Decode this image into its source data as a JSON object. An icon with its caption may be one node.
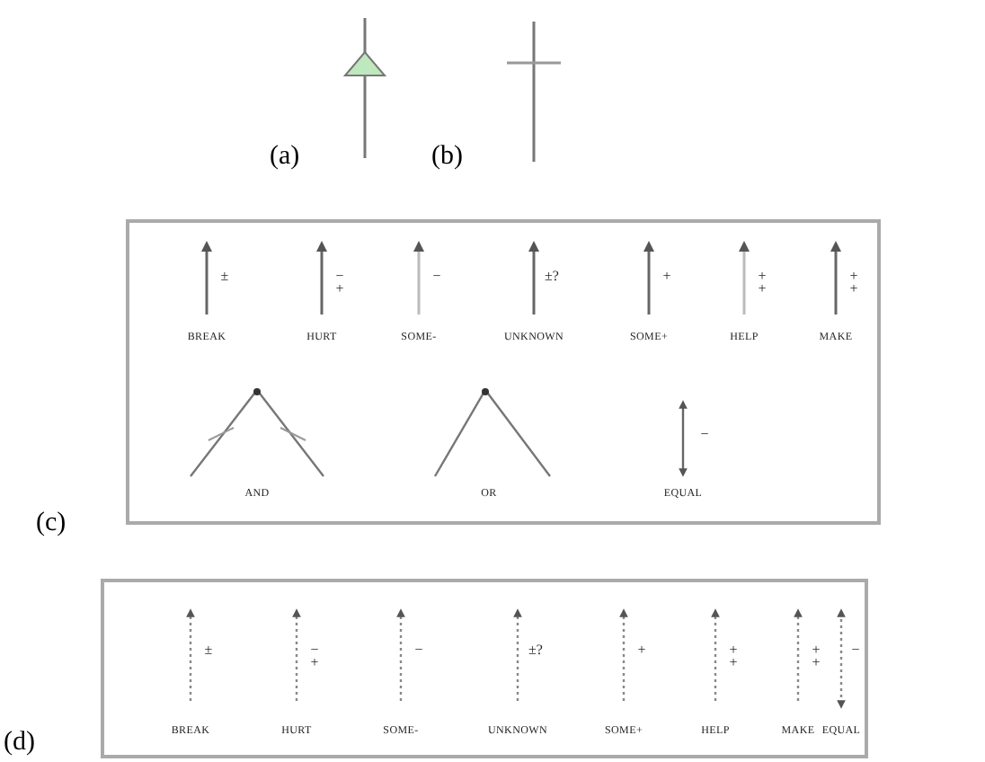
{
  "diagram": {
    "labels": [
      "(a)",
      "(b)",
      "±",
      "BREAK",
      "− +",
      "HURT",
      "−",
      "SOME-",
      "±?",
      "UNKNOWN",
      "+",
      "SOME+",
      "+ +",
      "HELP",
      "+ +",
      "MAKE",
      "AND",
      "OR",
      "−",
      "EQUAL",
      "(c)",
      "±",
      "BREAK",
      "− +",
      "HURT",
      "−",
      "SOME-",
      "±?",
      "UNKNOWN",
      "+",
      "SOME+",
      "+ +",
      "HELP",
      "+ +",
      "MAKE",
      "−",
      "EQUAL",
      "(d)"
    ]
  }
}
